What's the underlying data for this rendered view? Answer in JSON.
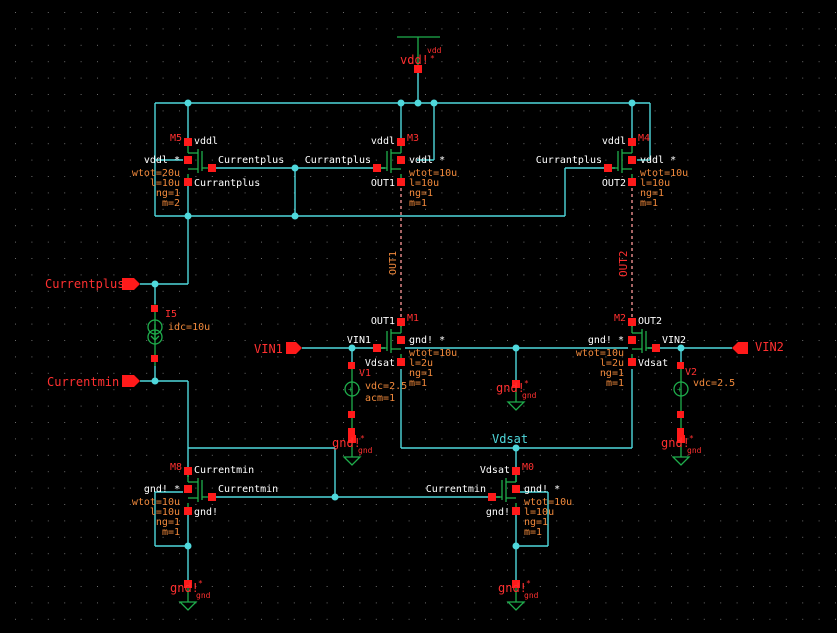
{
  "schematic": {
    "title": "Differential pair with current mirror load",
    "supply": {
      "label": "vdd!",
      "sub": "vdd"
    },
    "ports": [
      {
        "name": "Currentplus"
      },
      {
        "name": "Currentmin"
      },
      {
        "name": "VIN1"
      },
      {
        "name": "VIN2"
      }
    ],
    "transistors": {
      "M5": {
        "name": "M5",
        "drain": "vddl",
        "body": "vddl",
        "gate": "Currentplus",
        "source": "Currantplus",
        "params": [
          "wtot=20u",
          "l=10u",
          "ng=1",
          "m=2"
        ]
      },
      "M3": {
        "name": "M3",
        "drain": "vddl",
        "body": "vddl",
        "gate": "Currantplus",
        "source": "OUT1",
        "params": [
          "wtot=10u",
          "l=10u",
          "ng=1",
          "m=1"
        ]
      },
      "M4": {
        "name": "M4",
        "drain": "vddl",
        "body": "vddl",
        "gate": "Currantplus",
        "source": "OUT2",
        "params": [
          "wtot=10u",
          "l=10u",
          "ng=1",
          "m=1"
        ]
      },
      "M1": {
        "name": "M1",
        "drain": "OUT1",
        "body": "gnd!",
        "gate": "VIN1",
        "source": "Vdsat",
        "params": [
          "wtot=10u",
          "l=2u",
          "ng=1",
          "m=1"
        ]
      },
      "M2": {
        "name": "M2",
        "drain": "OUT2",
        "body": "gnd!",
        "gate": "VIN2",
        "source": "Vdsat",
        "params": [
          "wtot=10u",
          "l=2u",
          "ng=1",
          "m=1"
        ]
      },
      "M8": {
        "name": "M8",
        "drain": "Currentmin",
        "body": "gnd!",
        "gate": "Currentmin",
        "source": "gnd!",
        "params": [
          "wtot=10u",
          "l=10u",
          "ng=1",
          "m=1"
        ]
      },
      "M0": {
        "name": "M0",
        "drain": "Vdsat",
        "body": "gnd!",
        "gate": "Currentmin",
        "source": "gnd!",
        "params": [
          "wtot=10u",
          "l=10u",
          "ng=1",
          "m=1"
        ]
      }
    },
    "sources": {
      "I5": {
        "name": "I5",
        "params": [
          "idc=10u"
        ]
      },
      "V1": {
        "name": "V1",
        "params": [
          "vdc=2.5",
          "acm=1"
        ]
      },
      "V2": {
        "name": "V2",
        "params": [
          "vdc=2.5"
        ]
      }
    },
    "nets": {
      "out1": "OUT1",
      "out2": "OUT2",
      "vdsat": "Vdsat"
    },
    "ground": {
      "label": "gnd!",
      "sub": "gnd"
    },
    "star": "*"
  }
}
